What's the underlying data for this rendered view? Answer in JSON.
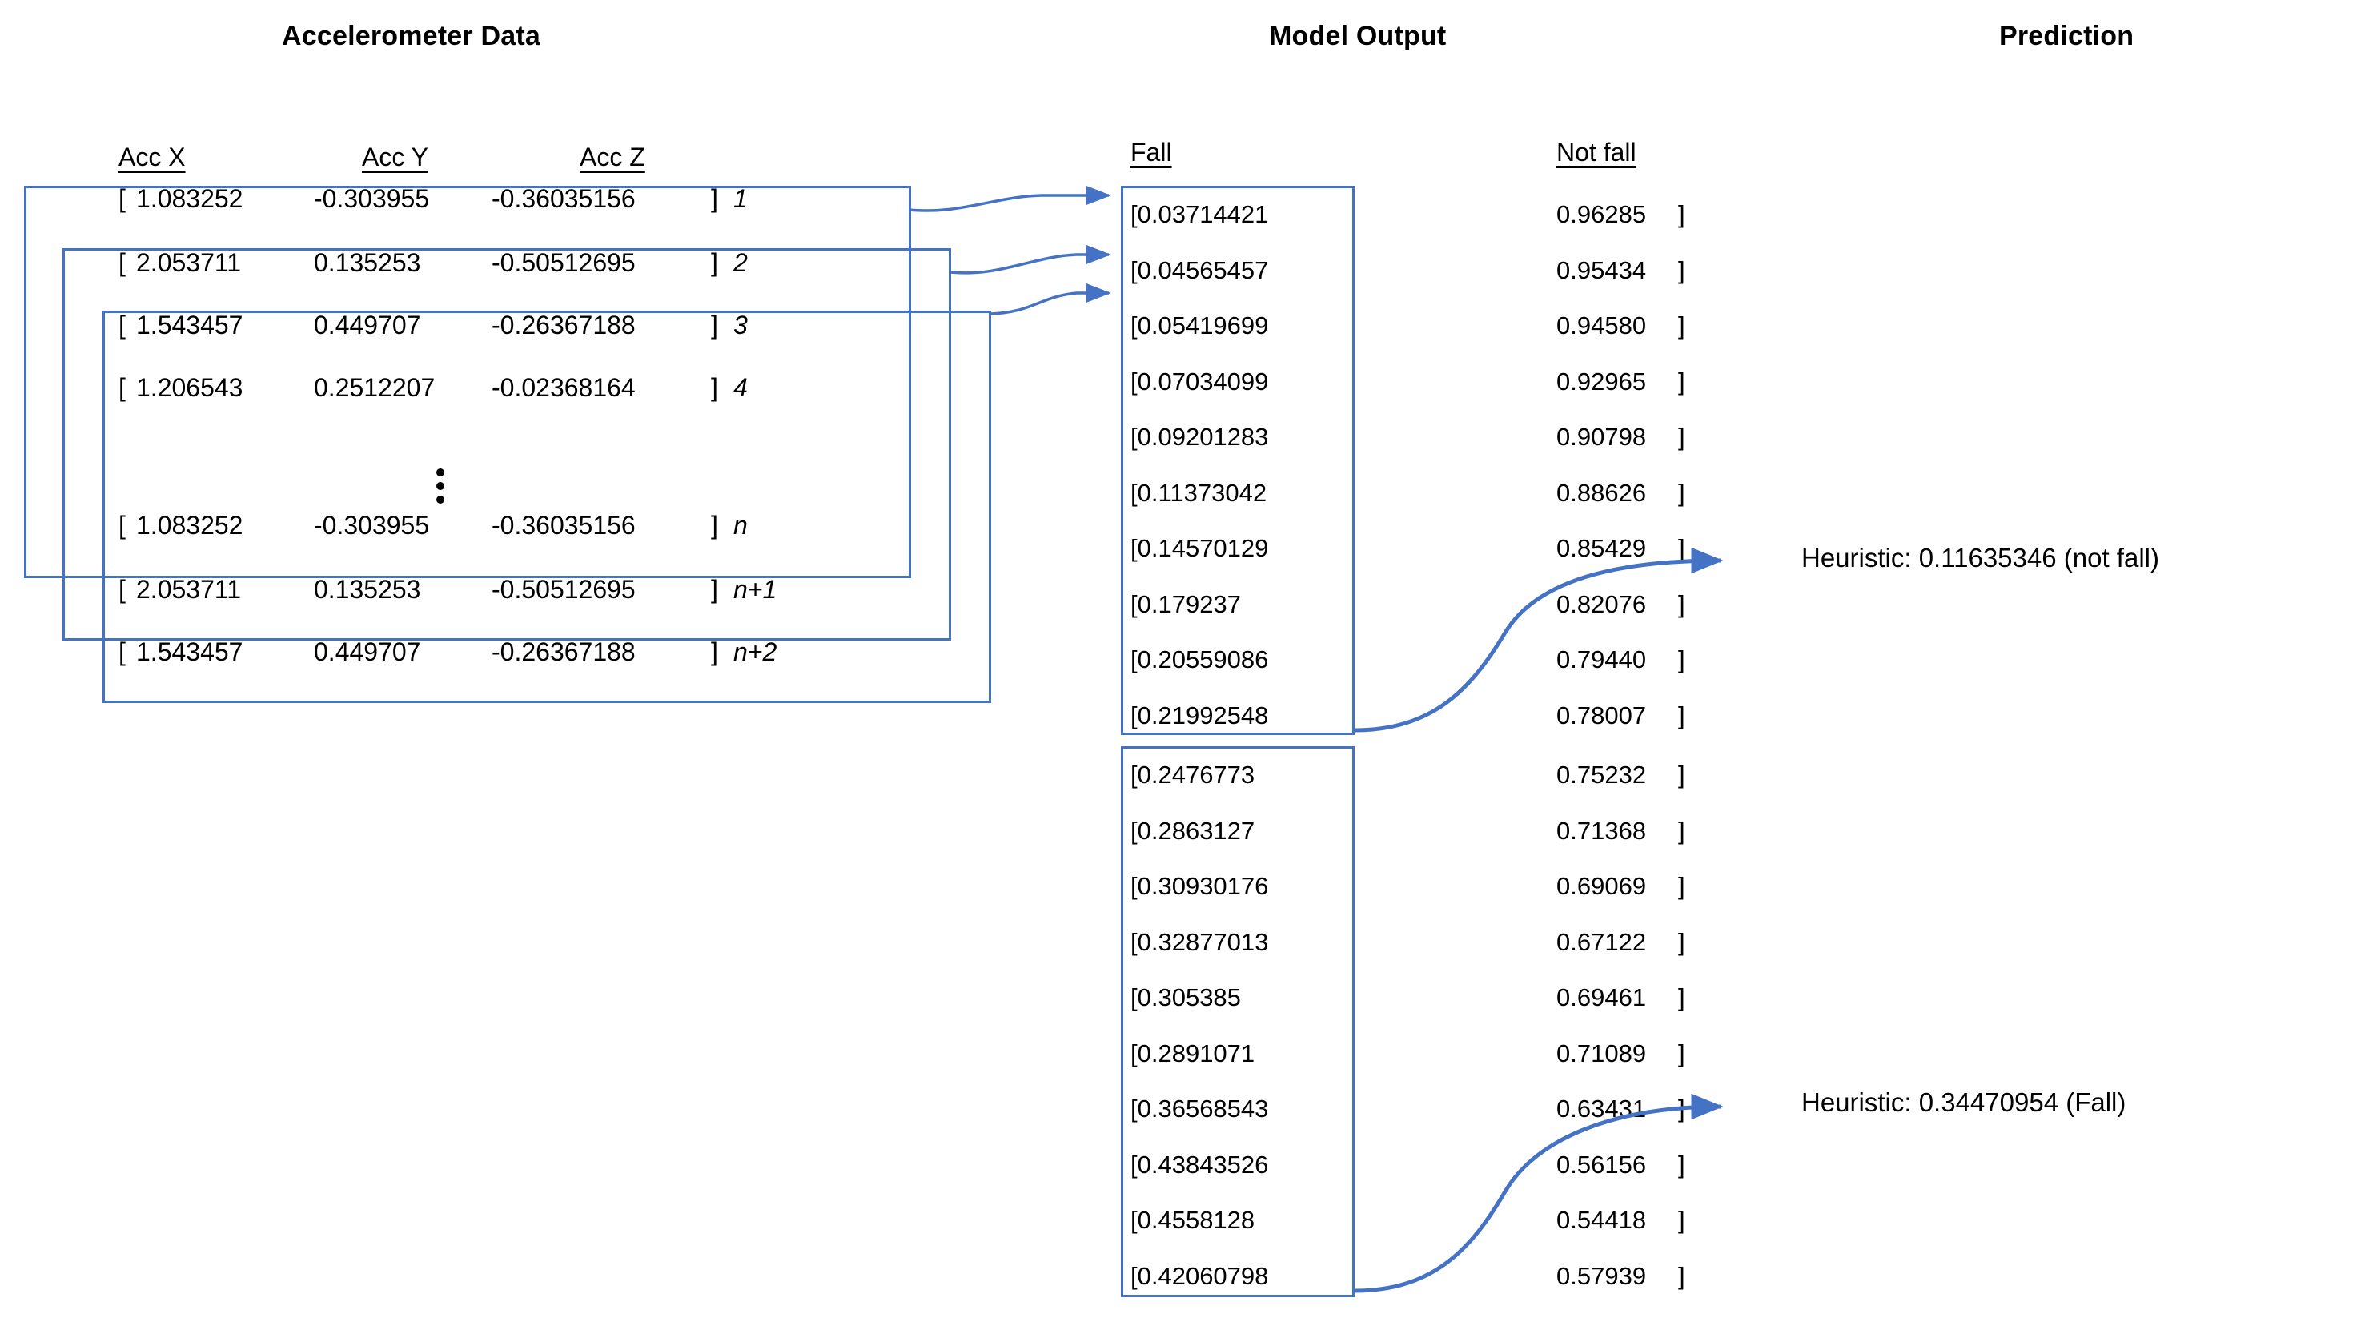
{
  "sections": {
    "accelerometer_title": "Accelerometer Data",
    "model_output_title": "Model Output",
    "prediction_title": "Prediction"
  },
  "accelerometer": {
    "headers": [
      "Acc X",
      "Acc Y",
      "Acc Z"
    ],
    "open_bracket": "[",
    "close_bracket": "]",
    "ellipsis": "⋮",
    "rows": [
      {
        "x": "1.083252",
        "y": "-0.303955",
        "z": "-0.36035156",
        "index": "1"
      },
      {
        "x": "2.053711",
        "y": "0.135253",
        "z": "-0.50512695",
        "index": "2"
      },
      {
        "x": "1.543457",
        "y": "0.449707",
        "z": "-0.26367188",
        "index": "3"
      },
      {
        "x": "1.206543",
        "y": "0.2512207",
        "z": "-0.02368164",
        "index": "4"
      },
      {
        "x": "1.083252",
        "y": "-0.303955",
        "z": "-0.36035156",
        "index": "n"
      },
      {
        "x": "2.053711",
        "y": "0.135253",
        "z": "-0.50512695",
        "index": "n+1"
      },
      {
        "x": "1.543457",
        "y": "0.449707",
        "z": "-0.26367188",
        "index": "n+2"
      }
    ]
  },
  "model_output": {
    "headers": {
      "fall": "Fall",
      "not_fall": "Not fall"
    },
    "open_bracket": "[",
    "close_bracket": "]",
    "fall_values": [
      "0.03714421",
      "0.04565457",
      "0.05419699",
      "0.07034099",
      "0.09201283",
      "0.11373042",
      "0.14570129",
      "0.179237",
      "0.20559086",
      "0.21992548",
      "0.2476773",
      "0.2863127",
      "0.30930176",
      "0.32877013",
      "0.305385",
      "0.2891071",
      "0.36568543",
      "0.43843526",
      "0.4558128",
      "0.42060798"
    ],
    "not_fall_values": [
      "0.96285",
      "0.95434",
      "0.94580",
      "0.92965",
      "0.90798",
      "0.88626",
      "0.85429",
      "0.82076",
      "0.79440",
      "0.78007",
      "0.75232",
      "0.71368",
      "0.69069",
      "0.67122",
      "0.69461",
      "0.71089",
      "0.63431",
      "0.56156",
      "0.54418",
      "0.57939"
    ]
  },
  "prediction": {
    "items": [
      {
        "label": "Heuristic: 0.11635346 (not fall)"
      },
      {
        "label": "Heuristic: 0.34470954 (Fall)"
      }
    ]
  },
  "colors": {
    "accent_blue": "#4472C4",
    "text": "#000000",
    "background": "#FFFFFF"
  }
}
